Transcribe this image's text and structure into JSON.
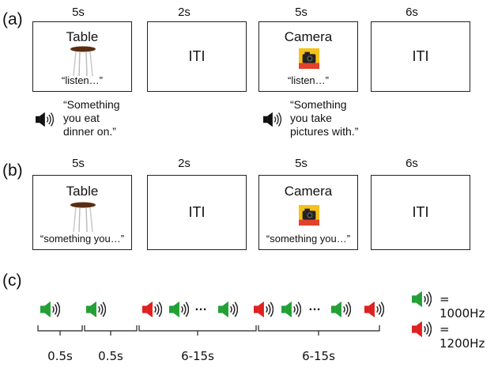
{
  "panel_a": {
    "label": "(a)",
    "durations": [
      "5s",
      "2s",
      "5s",
      "6s"
    ],
    "trial1": {
      "word": "Table",
      "caption": "“listen…”",
      "cue": "“Something\nyou eat\ndinner on.”"
    },
    "iti1": "ITI",
    "trial2": {
      "word": "Camera",
      "caption": "“listen…”",
      "cue": "“Something\nyou take\npictures with.”"
    },
    "iti2": "ITI"
  },
  "panel_b": {
    "label": "(b)",
    "durations": [
      "5s",
      "2s",
      "5s",
      "6s"
    ],
    "trial1": {
      "word": "Table",
      "caption": "“something you…”"
    },
    "iti1": "ITI",
    "trial2": {
      "word": "Camera",
      "caption": "“something you…”"
    },
    "iti2": "ITI"
  },
  "panel_c": {
    "label": "(c)",
    "ellipsis": "…",
    "intervals": [
      "0.5s",
      "0.5s",
      "6-15s",
      "6-15s"
    ],
    "legend": [
      {
        "color": "#22a035",
        "text": "= 1000Hz"
      },
      {
        "color": "#e02020",
        "text": "= 1200Hz"
      }
    ]
  },
  "colors": {
    "green": "#22a035",
    "red": "#e02020",
    "black": "#111111"
  },
  "icons": [
    "speaker-icon",
    "table-icon",
    "camera-icon"
  ]
}
